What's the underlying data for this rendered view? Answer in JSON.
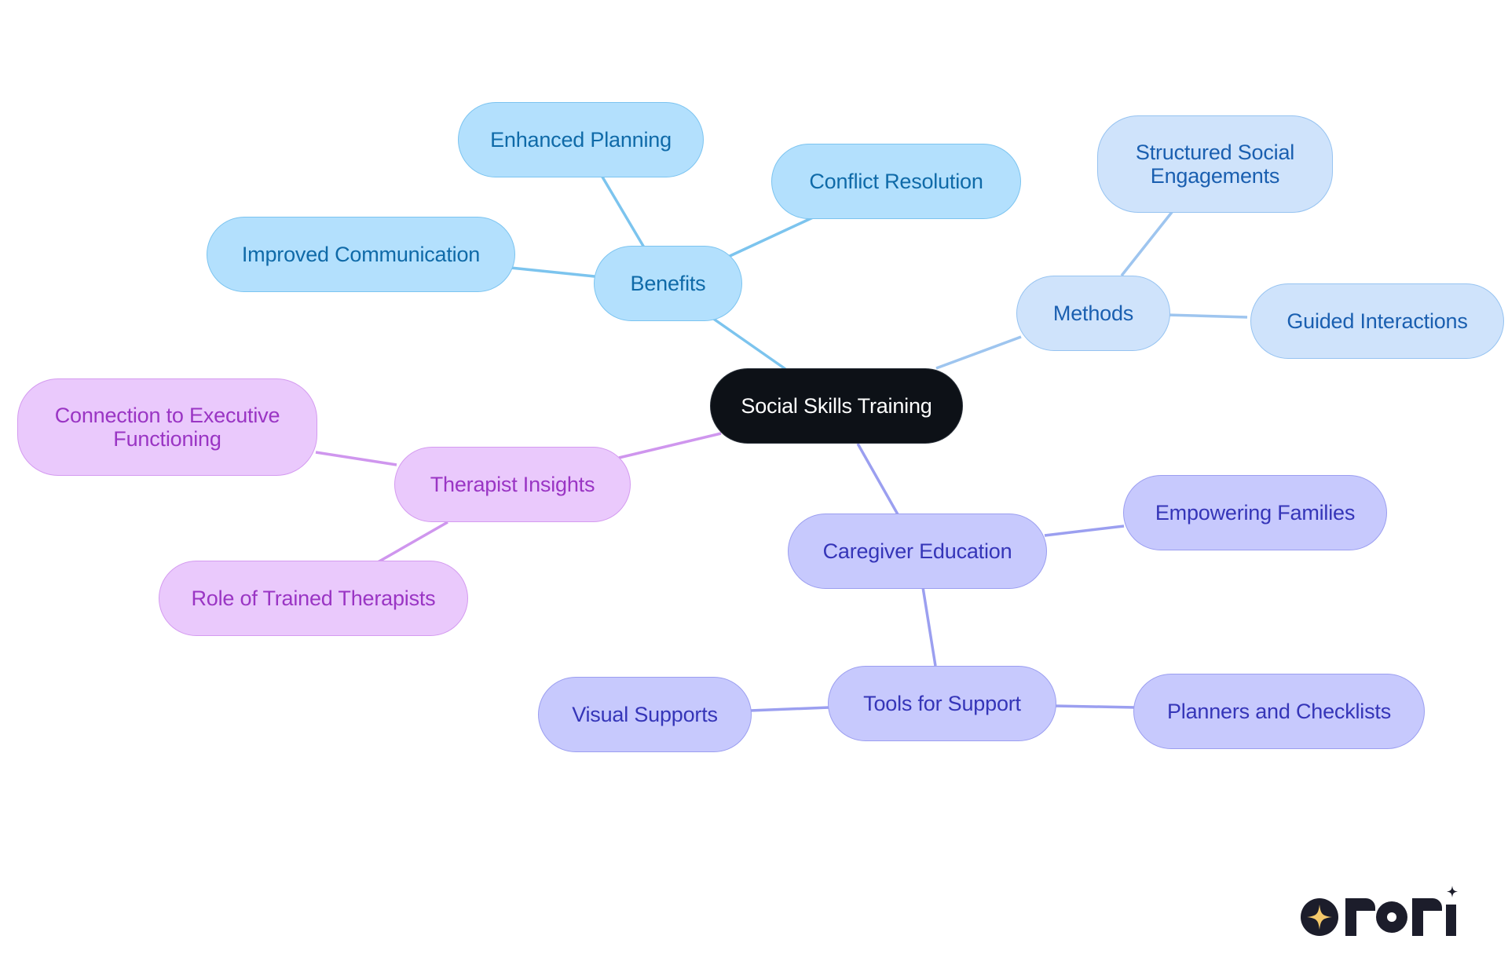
{
  "diagram": {
    "root": {
      "label": "Social Skills Training"
    },
    "branches": [
      {
        "label": "Benefits",
        "children": [
          "Enhanced Planning",
          "Conflict Resolution",
          "Improved Communication"
        ]
      },
      {
        "label": "Methods",
        "children": [
          "Structured Social Engagements",
          "Guided Interactions"
        ]
      },
      {
        "label": "Therapist Insights",
        "children": [
          "Connection to Executive Functioning",
          "Role of Trained Therapists"
        ]
      },
      {
        "label": "Caregiver Education",
        "children": [
          "Empowering Families"
        ],
        "sub_branch": {
          "label": "Tools for Support",
          "children": [
            "Visual Supports",
            "Planners and Checklists"
          ]
        }
      }
    ]
  },
  "colors": {
    "root_fill": "#0d1117",
    "benefits_fill": "#b3e0fd",
    "methods_fill": "#cfe3fb",
    "caregiver_fill": "#c7c9fd",
    "therapist_fill": "#eac9fc",
    "benefits_line": "#7cc4ee",
    "methods_line": "#9ec5ef",
    "caregiver_line": "#9b9ff0",
    "therapist_line": "#cf96ee"
  },
  "brand": {
    "logo_text": "rori",
    "logo_icon": "sparkle-icon"
  }
}
